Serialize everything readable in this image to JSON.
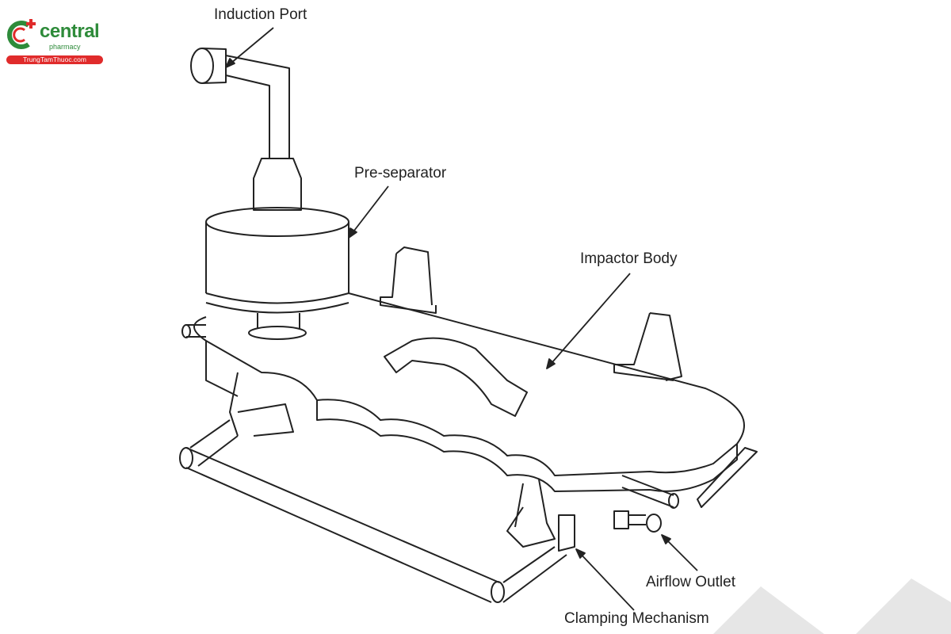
{
  "logo": {
    "brand": "central",
    "sub": "pharmacy",
    "site": "TrungTamThuoc.com"
  },
  "labels": {
    "induction_port": "Induction Port",
    "pre_separator": "Pre-separator",
    "impactor_body": "Impactor Body",
    "airflow_outlet": "Airflow Outlet",
    "clamping_mechanism": "Clamping Mechanism"
  },
  "colors": {
    "brand_green": "#2e8b3a",
    "brand_red": "#e02b2b",
    "line": "#222222",
    "watermark": "#e6e6e6"
  }
}
